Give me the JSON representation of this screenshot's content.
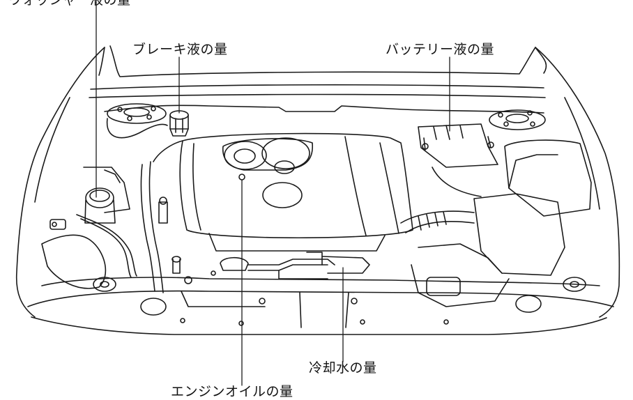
{
  "callouts": {
    "washer": "ウォッシャー液の量",
    "brake": "ブレーキ液の量",
    "battery": "バッテリー液の量",
    "coolant": "冷却水の量",
    "oil": "エンジンオイルの量"
  }
}
